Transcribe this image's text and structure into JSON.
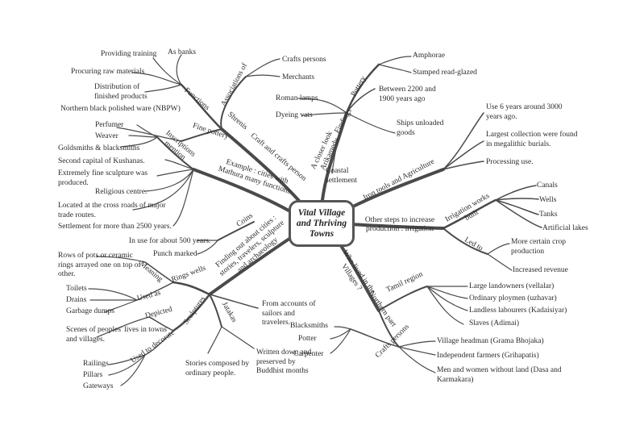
{
  "center": {
    "line1": "Vital Village",
    "line2": "and Thriving",
    "line3": "Towns"
  },
  "branches": {
    "functions": "Functions",
    "associations": "Associations of",
    "shrenis": "Shrenis",
    "craft_persons": "Craft and crafts person",
    "fine_pottery": "Fine pottery",
    "inscriptions": "Inscriptions mention",
    "mathura": "Example : cities with Mathura many functions",
    "coins": "Coins",
    "finding_out": "Finding out about cities : stories, travelers, sculpture and archaeology",
    "rings_wells": "Rings wells",
    "meaning": "Meaning",
    "used_as": "Used as",
    "sculptures": "Sculptures",
    "depicted": "Depicted",
    "used_to_decorate": "Used to decorate",
    "jatakas": "Jatakas",
    "closer_look": "A closer look Arikamedu",
    "pottery": "Pottery",
    "findings": "Findings",
    "iron_tools": "Iron tools and Agriculture",
    "other_steps": "Other steps to increase production : irrigation",
    "irrigation_works": "Irrigation works built",
    "led_to": "Led to",
    "who_lived": "Who lived in the Villages ?",
    "tamil_region": "Tamil region",
    "northern_part": "Northern part",
    "crafts_persons": "Crafts persons"
  },
  "leaves": {
    "as_banks": "As banks",
    "providing_training": "Providing training",
    "procuring_raw": "Procuring raw materials",
    "distribution": "Distribution of finished  products",
    "crafts_persons": "Crafts persons",
    "merchants": "Merchants",
    "nbpw": "Northern black polished ware (NBPW)",
    "perfumer": "Perfumer",
    "weaver": "Weaver",
    "goldsmiths": "Goldsmiths & blacksmiths",
    "second_capital": "Second capital of Kushanas.",
    "fine_sculpture": "Extremely fine sculpture was produced.",
    "religious_centre": "Religious centre.",
    "cross_roads": "Located at the cross roads of major trade routes.",
    "settlement": "Settlement for more than 2500 years.",
    "in_use": "In use for about 500 years.",
    "punch_marked": "Punch marked",
    "rows_of_pots": "Rows of pots or  ceramic rings arrayed one on top of other.",
    "toilets": "Toilets",
    "drains": "Drains",
    "garbage": "Garbage dumps",
    "scenes": "Scenes of peoples' lives in towns and villages.",
    "railings": "Railings",
    "pillars": "Pillars",
    "gateways": "Gateways",
    "stories_composed": "Stories composed by ordinary people.",
    "written_down": "Written down and preserved by Buddhist months",
    "from_accounts": "From accounts of sailors and travelers.",
    "amphorae": "Amphorae",
    "stamped": "Stamped read-glazed",
    "roman_lamps": "Roman lamps",
    "dyeing_vats": "Dyeing vats",
    "between": "Between 2200 and 1900 years ago",
    "ships": "Ships unloaded goods",
    "coastal": "Coastal settlement",
    "use_6_years": "Use 6 years around 3000 years ago.",
    "largest_collection": "Largest collection were found in megalithic burials.",
    "processing": "Processing use.",
    "canals": "Canals",
    "wells": "Wells",
    "tanks": "Tanks",
    "artificial_lakes": "Artificial lakes",
    "more_certain": "More certain crop production",
    "increased_revenue": "Increased revenue",
    "large_landowners": "Large landowners (vellalar)",
    "ordinary_ploymen": "Ordinary ploymen (uzhavar)",
    "landless": "Landless labourers (Kadaisiyar)",
    "slaves": "Slaves (Adimai)",
    "blacksmiths": "Blacksmiths",
    "potter": "Potter",
    "carpenter": "Carpenter",
    "village_headman": "Village headman (Grama Bhojaka)",
    "independent_farmers": "Independent farmers (Grihapatis)",
    "men_women": "Men and women without land (Dasa and Karmakara)"
  },
  "colors": {
    "stroke": "#4a4a4a",
    "text": "#2b2b2b"
  }
}
